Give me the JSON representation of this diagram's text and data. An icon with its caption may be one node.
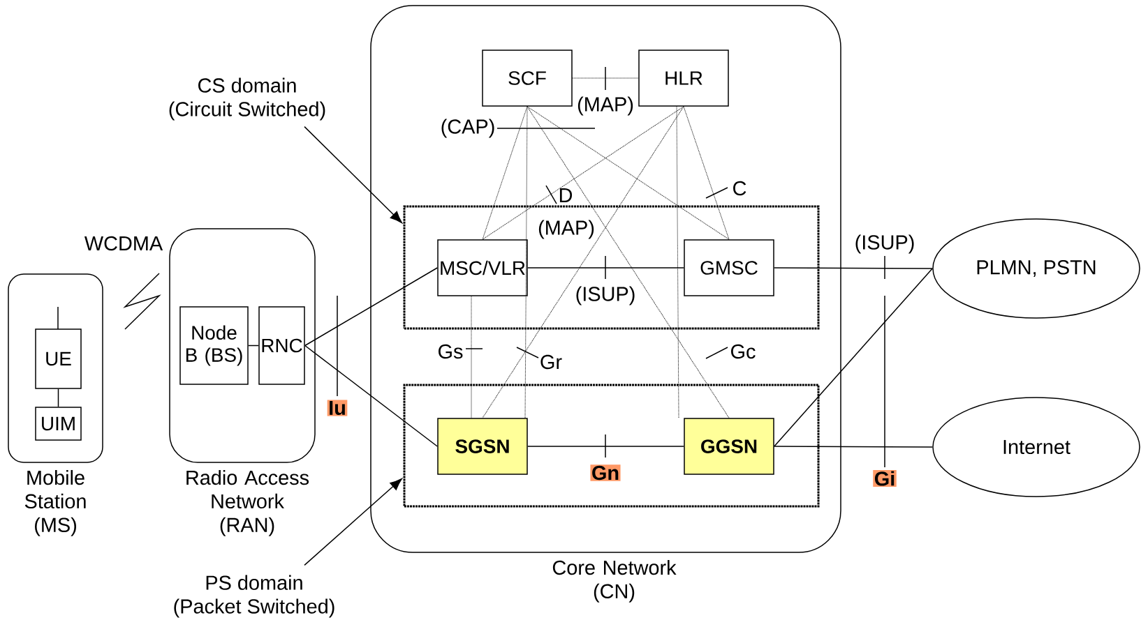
{
  "diagram": {
    "nodes": [
      {
        "text": [
          "Mobile Station (MS)"
        ]
      },
      {
        "text": [
          "UE"
        ],
        "in": 0
      },
      {
        "text": [
          "UIM"
        ],
        "in": 0
      },
      {
        "text": [
          "Radio Access Network (RAN)"
        ]
      },
      {
        "text": [
          "Node B (BS)"
        ],
        "in": 3
      },
      {
        "text": [
          "RNC"
        ],
        "in": 3
      },
      {
        "text": [
          "Core Network (CN)"
        ]
      },
      {
        "text": [
          "SCF"
        ],
        "in": 6
      },
      {
        "text": [
          "HLR"
        ],
        "in": 6
      },
      {
        "text": [],
        "shape": "box",
        "in": 6
      },
      {
        "text": [
          "MSC/VLR"
        ],
        "in": 9
      },
      {
        "text": [
          "GMSC"
        ],
        "in": 9
      },
      {
        "text": [],
        "shape": "box",
        "in": 6
      },
      {
        "text": [
          "SGSN"
        ],
        "in": 12
      },
      {
        "text": [
          "GGSN"
        ],
        "in": 12
      },
      {
        "text": [
          "PLMN, PSTN"
        ]
      },
      {
        "text": [
          "Internet"
        ]
      },
      {
        "text": [
          "CS domain",
          "(Circuit Switched)"
        ]
      },
      {
        "text": [
          "PS domain",
          "(Packet Switched)"
        ]
      }
    ],
    "edges": [
      {
        "from": 1,
        "to": 2,
        "arrow": "none"
      },
      {
        "from": 4,
        "to": 5,
        "arrow": "none"
      },
      {
        "from": 5,
        "to": 10,
        "arrow": "none"
      },
      {
        "from": 5,
        "to": 13,
        "arrow": "none"
      },
      {
        "from": 7,
        "to": 8,
        "arrow": "none",
        "style": "dashed",
        "label": "(MAP)"
      },
      {
        "from": 7,
        "to": 10,
        "arrow": "none",
        "style": "dashed"
      },
      {
        "from": 7,
        "to": 13,
        "arrow": "none",
        "style": "dashed"
      },
      {
        "from": 7,
        "to": 11,
        "arrow": "none",
        "style": "dashed"
      },
      {
        "from": 7,
        "to": 14,
        "arrow": "none",
        "style": "dashed"
      },
      {
        "from": 8,
        "to": 10,
        "arrow": "none",
        "style": "dashed"
      },
      {
        "from": 8,
        "to": 13,
        "arrow": "none",
        "style": "dashed"
      },
      {
        "from": 8,
        "to": 11,
        "arrow": "none",
        "style": "dashed"
      },
      {
        "from": 8,
        "to": 14,
        "arrow": "none",
        "style": "dashed"
      },
      {
        "from": 10,
        "to": 11,
        "arrow": "none",
        "label": "(ISUP)"
      },
      {
        "from": 10,
        "to": 13,
        "arrow": "none",
        "style": "dashed"
      },
      {
        "from": 13,
        "to": 14,
        "arrow": "none",
        "label": "Gn"
      },
      {
        "from": 11,
        "to": 15,
        "arrow": "none",
        "label": "(ISUP)"
      },
      {
        "from": 14,
        "to": 15,
        "arrow": "none"
      },
      {
        "from": 14,
        "to": 16,
        "arrow": "none"
      },
      {
        "from": 17,
        "to": 9,
        "arrow": "to"
      },
      {
        "from": 18,
        "to": 12,
        "arrow": "to"
      }
    ],
    "labels": [
      "(CAP)",
      "C",
      "D",
      "(MAP)",
      "WCDMA",
      "Gs",
      "Gc",
      "Gr",
      "Iu",
      "Gi"
    ]
  }
}
